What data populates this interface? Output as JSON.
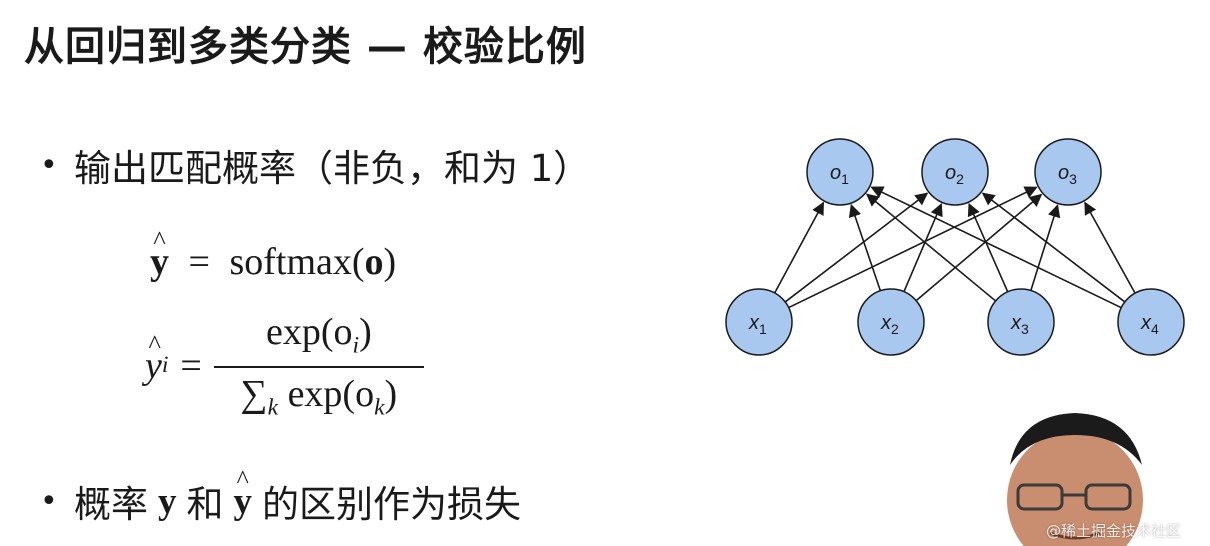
{
  "slide": {
    "title": "从回归到多类分类 — 校验比例",
    "bullet_symbol": "•",
    "bullet1": "输出匹配概率（非负，和为 1）",
    "bullet2_prefix": "概率",
    "bullet2_y": "y",
    "bullet2_and": "和",
    "bullet2_yhat": "y",
    "bullet2_suffix": "的区别作为损失"
  },
  "equations": {
    "eq1_lhs": "y",
    "eq1_eq": "=",
    "eq1_fn": "softmax(",
    "eq1_arg": "o",
    "eq1_close": ")",
    "eq2_lhs": "y",
    "eq2_lhs_sub": "i",
    "eq2_eq": "=",
    "eq2_num": "exp(o",
    "eq2_num_sub": "i",
    "eq2_num_close": ")",
    "eq2_den_sum": "∑",
    "eq2_den_sum_sub": "k",
    "eq2_den": "exp(o",
    "eq2_den_sub": "k",
    "eq2_den_close": ")"
  },
  "network": {
    "outputs": [
      {
        "label": "o",
        "sub": "1"
      },
      {
        "label": "o",
        "sub": "2"
      },
      {
        "label": "o",
        "sub": "3"
      }
    ],
    "inputs": [
      {
        "label": "x",
        "sub": "1"
      },
      {
        "label": "x",
        "sub": "2"
      },
      {
        "label": "x",
        "sub": "3"
      },
      {
        "label": "x",
        "sub": "4"
      }
    ],
    "node_color": "#a9c8f0"
  },
  "watermark": "@稀土掘金技术社区"
}
